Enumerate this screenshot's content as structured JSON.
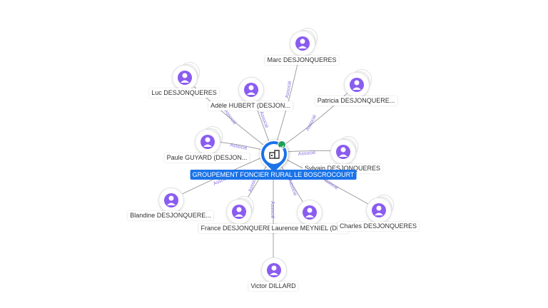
{
  "center": {
    "label": "GROUPEMENT FONCIER RURAL LE BOSCROCOURT",
    "icon": "building-icon"
  },
  "nodes": [
    {
      "label": "Marc DESJONQUERES"
    },
    {
      "label": "Luc DESJONQUERES"
    },
    {
      "label": "Adèle HUBERT (DESJON..."
    },
    {
      "label": "Patricia DESJONQUERE..."
    },
    {
      "label": "Paule GUYARD (DESJON..."
    },
    {
      "label": "Sylvain DESJONQUERES"
    },
    {
      "label": "Blandine DESJONQUERE..."
    },
    {
      "label": "France DESJONQUERES"
    },
    {
      "label": "Laurence MEYNIEL (DE..."
    },
    {
      "label": "Charles DESJONQUERES"
    },
    {
      "label": "Victor DILLARD"
    }
  ],
  "edge_label": "Associé",
  "colors": {
    "center": "#1a73e8",
    "avatar": "#8a5cf0",
    "edge": "#9a9a9a",
    "edge_label": "#8a6fe0",
    "check": "#1e9e5a"
  }
}
